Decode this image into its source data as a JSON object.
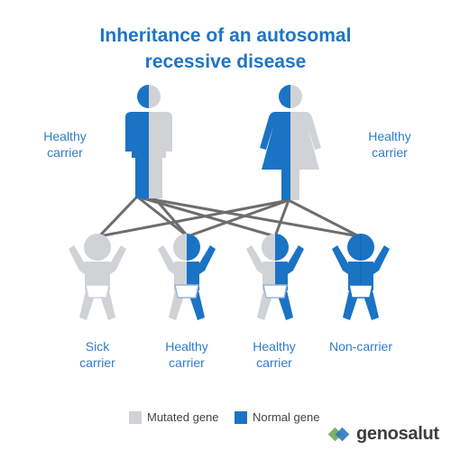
{
  "title_line1": "Inheritance of an autosomal",
  "title_line2": "recessive disease",
  "parents": {
    "father_label_line1": "Healthy",
    "father_label_line2": "carrier",
    "mother_label_line1": "Healthy",
    "mother_label_line2": "carrier"
  },
  "children": [
    {
      "line1": "Sick",
      "line2": "carrier"
    },
    {
      "line1": "Healthy",
      "line2": "carrier"
    },
    {
      "line1": "Healthy",
      "line2": "carrier"
    },
    {
      "line1": "Non-carrier",
      "line2": ""
    }
  ],
  "legend": {
    "mutated_label": "Mutated gene",
    "normal_label": "Normal gene",
    "mutated_color": "#d0d3d6",
    "normal_color": "#1b73c4"
  },
  "brand": {
    "name": "genosalut",
    "logo_icon": "diamond-logo-icon"
  }
}
